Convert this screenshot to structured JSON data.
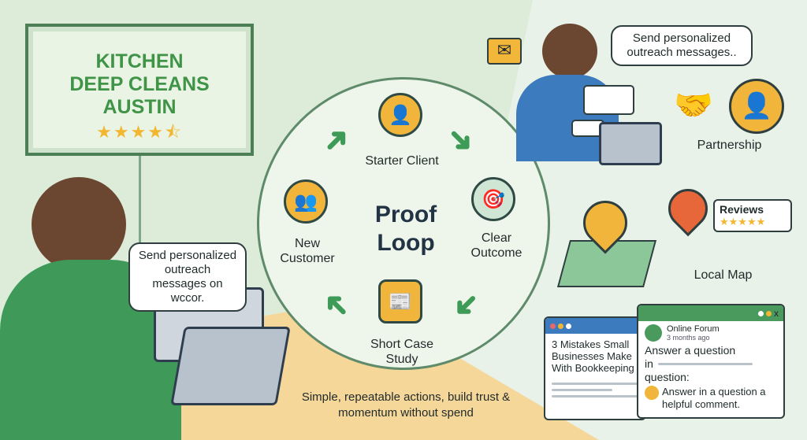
{
  "sign": {
    "title_lines": [
      "KITCHEN",
      "DEEP CLEANS",
      "AUSTIN"
    ],
    "rating_stars": 4.5,
    "stars_glyph": "★★★★⯪"
  },
  "loop": {
    "title_lines": [
      "Proof",
      "Loop"
    ],
    "nodes": [
      {
        "label": "Starter Client",
        "icon": "person-icon"
      },
      {
        "label": "Clear Outcome",
        "icon": "target-icon"
      },
      {
        "label": "Short Case Study",
        "icon": "document-icon"
      },
      {
        "label": "New Customer",
        "icon": "group-icon"
      }
    ]
  },
  "left_bubble": "Send personalized outreach messages on wccor.",
  "top_bubble": "Send personalized outreach messages..",
  "partnership": {
    "label": "Partnership"
  },
  "reviews": {
    "label": "Reviews",
    "stars_glyph": "★★★★★"
  },
  "local_map": {
    "label": "Local Map"
  },
  "blog_window": {
    "title": "3 Mistakes Small Businesses Make With Bookkeeping"
  },
  "forum_window": {
    "source": "Online Forum",
    "time": "3 months ago",
    "question_lines": [
      "Answer a question",
      "in",
      "question:"
    ],
    "answer": "Answer in a question a helpful comment.",
    "controls": "x"
  },
  "tagline": "Simple, repeatable actions, build trust & momentum without spend"
}
